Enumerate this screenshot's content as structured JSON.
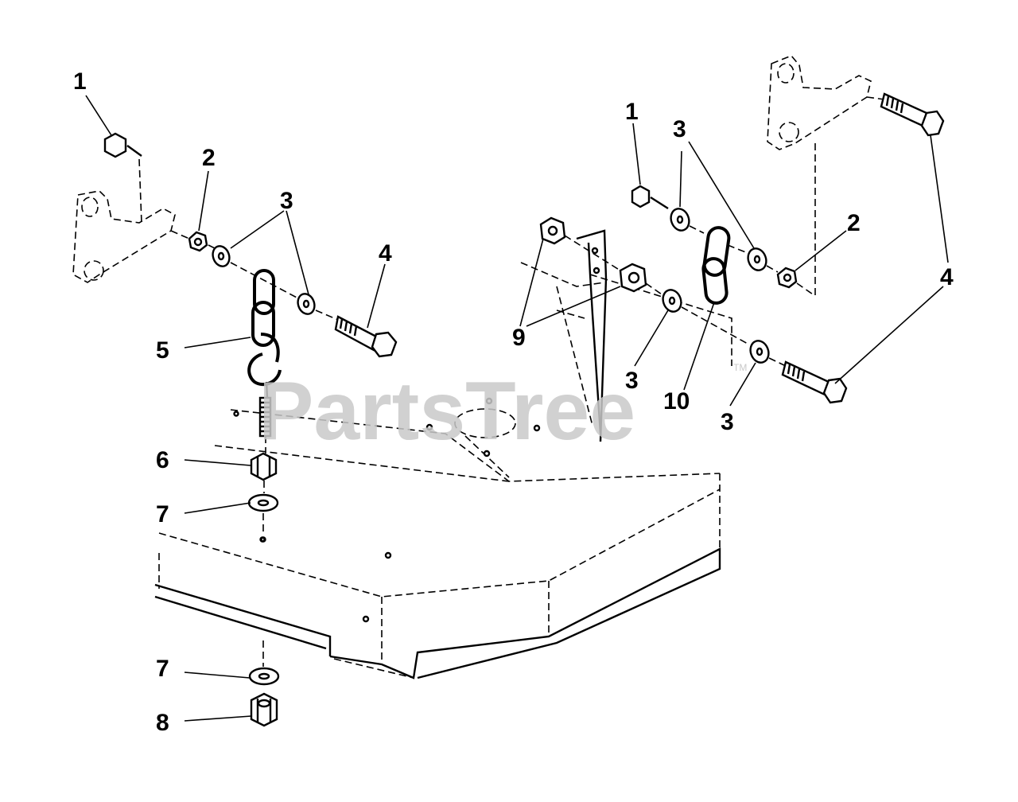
{
  "watermark": {
    "brand": "PartsTree",
    "trademark": "TM"
  },
  "callouts": {
    "left_nut_1": "1",
    "left_spacer_2": "2",
    "left_washer_3a": "3",
    "left_washer_3b": "3",
    "left_bolt_4": "4",
    "left_chain_5": "5",
    "left_nut_6": "6",
    "left_washer_7a": "7",
    "left_washer_7b": "7",
    "left_locknut_8": "8",
    "right_nut_1": "1",
    "right_washer_3a": "3",
    "right_washer_3b": "3",
    "right_washer_3c": "3",
    "right_washer_3d": "3",
    "right_spacer_2": "2",
    "right_bolt_4": "4",
    "right_bolt_4b": "4",
    "right_nut_9": "9",
    "right_chain_10": "10"
  }
}
